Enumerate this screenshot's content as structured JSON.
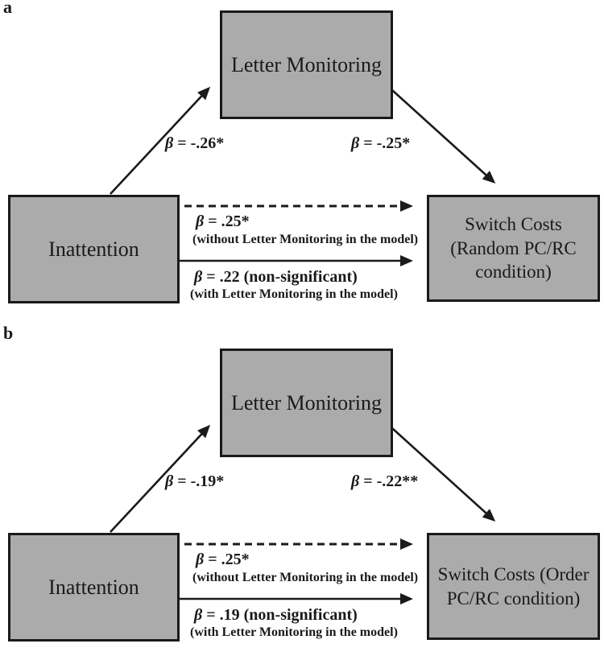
{
  "figure": {
    "panels": [
      {
        "label": "a",
        "mediator": "Letter Monitoring",
        "predictor": "Inattention",
        "outcome": "Switch Costs (Random PC/RC condition)",
        "path_a": "β = -.26*",
        "path_b": "β = -.25*",
        "direct_effect": "β = .25*",
        "direct_note": "(without Letter Monitoring in the model)",
        "adjusted_effect": "β = .22 (non-significant)",
        "adjusted_note": "(with Letter Monitoring in the model)"
      },
      {
        "label": "b",
        "mediator": "Letter Monitoring",
        "predictor": "Inattention",
        "outcome": "Switch Costs (Order PC/RC condition)",
        "path_a": "β = -.19*",
        "path_b": "β = -.22**",
        "direct_effect": "β = .25*",
        "direct_note": "(without Letter Monitoring in the model)",
        "adjusted_effect": "β = .19 (non-significant)",
        "adjusted_note": "(with Letter Monitoring in the model)"
      }
    ],
    "colors": {
      "box_fill": "#ababab",
      "box_border": "#1a1a1a",
      "line": "#1a1a1a",
      "background": "#ffffff"
    }
  }
}
